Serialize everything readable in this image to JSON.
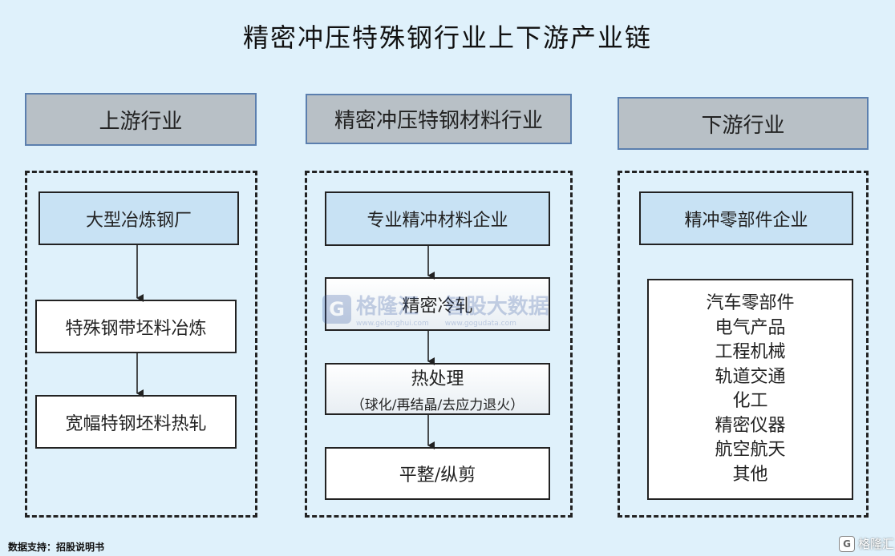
{
  "title": "精密冲压特殊钢行业上下游产业链",
  "columns": [
    {
      "header": "上游行业",
      "top_box": "大型冶炼钢厂",
      "steps": [
        "特殊钢带坯料冶炼",
        "宽幅特钢坯料热轧"
      ]
    },
    {
      "header": "精密冲压特钢材料行业",
      "top_box": "专业精冲材料企业",
      "steps": [
        {
          "label": "精密冷轧"
        },
        {
          "label": "热处理",
          "sub": "（球化/再结晶/去应力退火）"
        },
        {
          "label": "平整/纵剪"
        }
      ]
    },
    {
      "header": "下游行业",
      "top_box": "精冲零部件企业",
      "list": [
        "汽车零部件",
        "电气产品",
        "工程机械",
        "轨道交通",
        "化工",
        "精密仪器",
        "航空航天",
        "其他"
      ]
    }
  ],
  "watermark": {
    "logo_glyph": "G",
    "brand": "格隆汇",
    "brand_url": "www.gelonghui.com",
    "brand2": "智股大数据",
    "brand2_url": "www.gogudata.com"
  },
  "corner_logo": {
    "glyph": "G",
    "text": "格隆汇"
  },
  "source": "数据支持：招股说明书"
}
